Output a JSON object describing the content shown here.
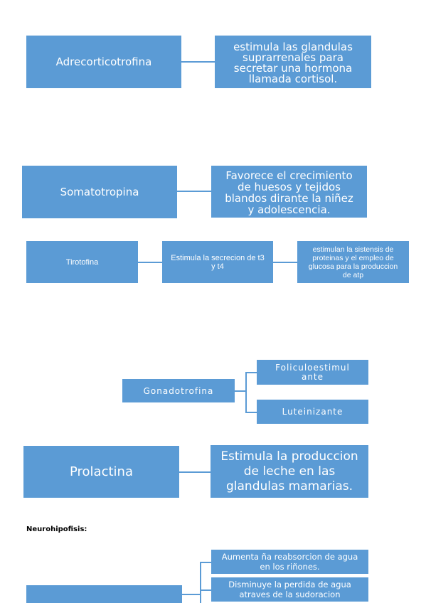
{
  "adrenocorticotrofina": {
    "name": "Adrecorticotrofina",
    "description": [
      "estimula las glandulas",
      "suprarrenales para",
      "secretar una hormona",
      "llamada cortisol."
    ]
  },
  "somatotropina": {
    "name": "Somatotropina",
    "description": [
      "Favorece el crecimiento",
      "de huesos y tejidos",
      "blandos dirante la niñez",
      "y adolescencia."
    ]
  },
  "tirotrofina": {
    "name": "Tirotofina",
    "effect": [
      "Estimula la secrecion de t3",
      "y t4"
    ],
    "result": [
      "estimulan la sistensis de",
      "proteinas y el empleo de",
      "glucosa para la produccion",
      "de atp"
    ]
  },
  "gonadotrofina": {
    "name": "Gonadotrofina",
    "types": [
      [
        "Foliculoestimul",
        "ante"
      ],
      [
        "Luteinizante"
      ]
    ]
  },
  "prolactina": {
    "name": "Prolactina",
    "description": [
      "Estimula la produccion",
      "de leche en las",
      "glandulas mamarias."
    ]
  },
  "neurohipofisis": {
    "title": "Neurohipofisis:",
    "effects": [
      [
        "Aumenta ña reabsorcion de agua",
        "en los riñones."
      ],
      [
        "Disminuye la perdida de agua",
        "atraves de la sudoracion"
      ]
    ]
  },
  "colors": {
    "box": "#5b9bd5",
    "text": "#ffffff",
    "line": "#5b9bd5"
  }
}
